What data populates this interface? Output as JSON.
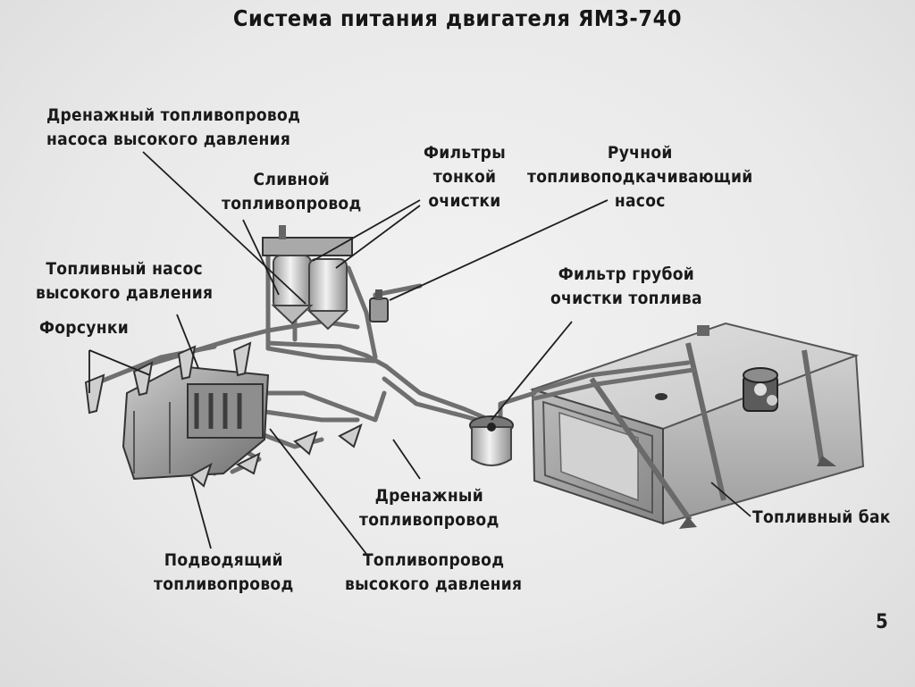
{
  "title": "Система питания двигателя ЯМЗ-740",
  "page_number": "5",
  "labels": {
    "drain_hp_pump": [
      "Дренажный топливопровод",
      "насоса высокого давления"
    ],
    "return_line": [
      "Сливной",
      "топливопровод"
    ],
    "fine_filters": [
      "Фильтры",
      "тонкой",
      "очистки"
    ],
    "hand_pump": [
      "Ручной",
      "топливоподкачивающий",
      "насос"
    ],
    "hp_pump": [
      "Топливный насос",
      "высокого давления"
    ],
    "injectors": [
      "Форсунки"
    ],
    "coarse_filter": [
      "Фильтр грубой",
      "очистки топлива"
    ],
    "drain_line": [
      "Дренажный",
      "топливопровод"
    ],
    "fuel_tank": [
      "Топливный бак"
    ],
    "supply_line": [
      "Подводящий",
      "топливопровод"
    ],
    "hp_line": [
      "Топливопровод",
      "высокого давления"
    ]
  },
  "colors": {
    "background": "#ebebeb",
    "ink": "#1c1c1c",
    "pipe": "#7a7a7a",
    "metal_light": "#d8d8d8",
    "metal_dark": "#6a6a6a"
  }
}
